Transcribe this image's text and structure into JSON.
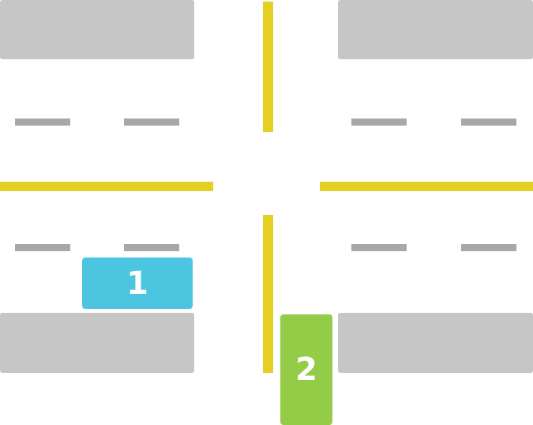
{
  "colors": {
    "background": "#ffffff",
    "block": "#c6c6c6",
    "center_line": "#e6cf24",
    "lane_dash": "#a8a8a8",
    "car_1": "#4cc6e0",
    "car_2": "#95cc47",
    "car_text": "#ffffff"
  },
  "cars": [
    {
      "label": "1",
      "color_role": "car_1",
      "orientation": "horizontal"
    },
    {
      "label": "2",
      "color_role": "car_2",
      "orientation": "vertical"
    }
  ]
}
